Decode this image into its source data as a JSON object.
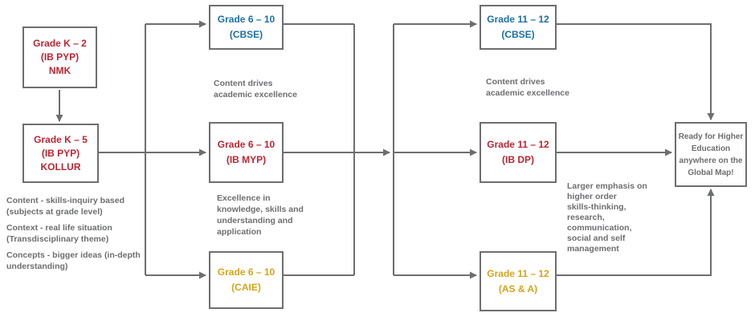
{
  "colors": {
    "red": "#BE2431",
    "blue": "#1C6FA8",
    "gold": "#D6A419",
    "gray": "#6D6E71"
  },
  "boxes": {
    "k2": {
      "lines": [
        "Grade K – 2",
        "(IB PYP)",
        "NMK"
      ]
    },
    "k5": {
      "lines": [
        "Grade K – 5",
        "(IB PYP)",
        "KOLLUR"
      ]
    },
    "mid_cbse": {
      "lines": [
        "Grade 6 – 10",
        "(CBSE)"
      ]
    },
    "mid_myp": {
      "lines": [
        "Grade 6 – 10",
        "(IB MYP)"
      ]
    },
    "mid_caie": {
      "lines": [
        "Grade 6 – 10",
        "(CAIE)"
      ]
    },
    "right_cbse": {
      "lines": [
        "Grade 11 – 12",
        "(CBSE)"
      ]
    },
    "right_dp": {
      "lines": [
        "Grade 11 – 12",
        "(IB DP)"
      ]
    },
    "right_asa": {
      "lines": [
        "Grade 11 – 12",
        "(AS & A)"
      ]
    },
    "ready": {
      "lines": [
        "Ready for Higher",
        "Education",
        "anywhere on the",
        "Global Map!"
      ]
    }
  },
  "annotations": {
    "left_block": [
      {
        "lines": [
          "Content - skills-inquiry based",
          "(subjects at grade level)"
        ]
      },
      {
        "lines": [
          "Context - real life situation",
          "(Transdisciplinary theme)"
        ]
      },
      {
        "lines": [
          "Concepts - bigger ideas (in-depth",
          "understanding)"
        ]
      }
    ],
    "content_drives_left": {
      "lines": [
        "Content drives",
        "academic excellence"
      ]
    },
    "excellence": {
      "lines": [
        "Excellence in",
        "knowledge, skills and",
        "understanding and",
        "application"
      ]
    },
    "content_drives_right": {
      "lines": [
        "Content drives",
        "academic excellence"
      ]
    },
    "larger_emphasis": {
      "lines": [
        "Larger emphasis on",
        "higher order",
        "skills-thinking,",
        "research,",
        "communication,",
        "social and self",
        "management"
      ]
    }
  }
}
